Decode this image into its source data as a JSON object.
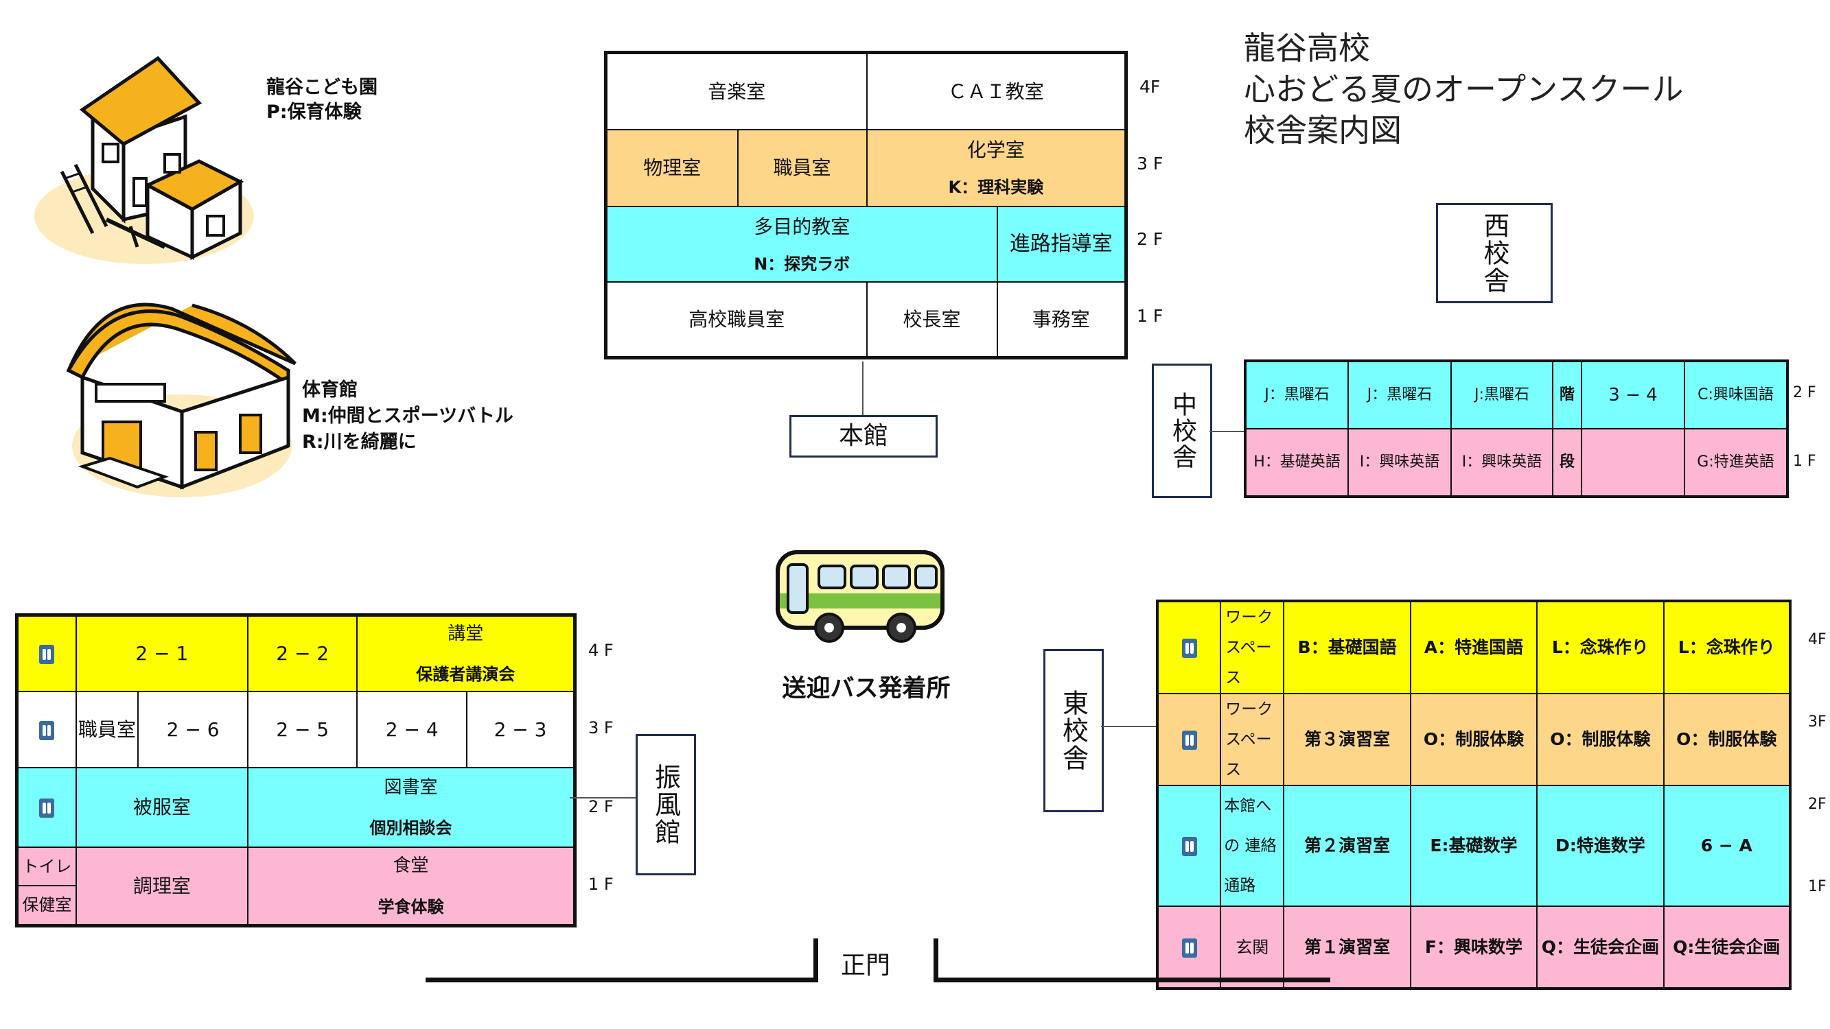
{
  "title": {
    "line1": "龍谷高校",
    "line2": "心おどる夏のオープンスクール",
    "line3": "校舎案内図"
  },
  "kindergarten": {
    "name": "龍谷こども園",
    "event": "P:保育体験"
  },
  "gym": {
    "name": "体育館",
    "event1": "M:仲間とスポーツバトル",
    "event2": "R:川を綺麗に"
  },
  "honkan": {
    "label": "本館",
    "floors": {
      "f4": "4F",
      "f3": "3 F",
      "f2": "2 F",
      "f1": "1 F"
    },
    "f4": {
      "music": "音楽室",
      "cai": "ＣＡＩ教室"
    },
    "f3": {
      "physics": "物理室",
      "staff": "職員室",
      "chem": "化学室",
      "chem_event": "K：理科実験"
    },
    "f2": {
      "multi": "多目的教室",
      "multi_event": "N：探究ラボ",
      "career": "進路指導室"
    },
    "f1": {
      "hs_staff": "高校職員室",
      "principal": "校長室",
      "office": "事務室"
    }
  },
  "west": {
    "label": "西校舎"
  },
  "middle": {
    "label": "中校舎",
    "floors": {
      "f2": "2 F",
      "f1": "1 F"
    },
    "row2": [
      "J：黒曜石",
      "J：黒曜石",
      "J:黒曜石",
      "階",
      "3 − 4",
      "C:興味国語"
    ],
    "row1": [
      "H：基礎英語",
      "I：興味英語",
      "I：興味英語",
      "段",
      "",
      "G:特進英語"
    ]
  },
  "bus": {
    "label": "送迎バス発着所"
  },
  "shinpukan": {
    "label": "振風館",
    "floors": {
      "f4": "4 F",
      "f3": "3 F",
      "f2": "2 F",
      "f1": "1 F"
    },
    "f4": {
      "c1": "2 − 1",
      "c2": "2 − 2",
      "hall": "講堂",
      "hall_event": "保護者講演会"
    },
    "f3": {
      "staff": "職員室",
      "c6": "2 − 6",
      "c5": "2 − 5",
      "c4": "2 − 4",
      "c3": "2 − 3"
    },
    "f2": {
      "clothing": "被服室",
      "library": "図書室",
      "library_event": "個別相談会"
    },
    "f1": {
      "toilet": "トイレ",
      "health": "保健室",
      "cooking": "調理室",
      "cafeteria": "食堂",
      "cafeteria_event": "学食体験"
    }
  },
  "east": {
    "label": "東校舎",
    "floors": {
      "f4": "4F",
      "f3": "3F",
      "f2": "2F",
      "f1": "1F"
    },
    "f4": {
      "space": "ワーク スペース",
      "r1": "B：基礎国語",
      "r2": "A：特進国語",
      "r3": "L：念珠作り",
      "r4": "L：念珠作り"
    },
    "f3": {
      "space": "ワーク スペース",
      "r1": "第３演習室",
      "r2": "O：制服体験",
      "r3": "O：制服体験",
      "r4": "O：制服体験"
    },
    "f2": {
      "space": "本館への 連絡通路",
      "r1": "第２演習室",
      "r2": "E:基礎数学",
      "r3": "D:特進数学",
      "r4": "6 − A"
    },
    "f1": {
      "space": "玄関",
      "r1": "第１演習室",
      "r2": "F：興味数学",
      "r3": "Q：生徒会企画",
      "r4": "Q:生徒会企画"
    }
  },
  "gate": {
    "label": "正門"
  },
  "colors": {
    "yellow": "#fefe00",
    "orange": "#fdd68a",
    "cyan": "#7affff",
    "pink": "#feb7d3",
    "gym_roof": "#f5b21c",
    "circle": "#fdebbd"
  },
  "icons": {
    "restroom": "restroom-icon",
    "bus": "bus-icon",
    "kindergarten": "kindergarten-illustration",
    "gym": "gym-illustration"
  }
}
